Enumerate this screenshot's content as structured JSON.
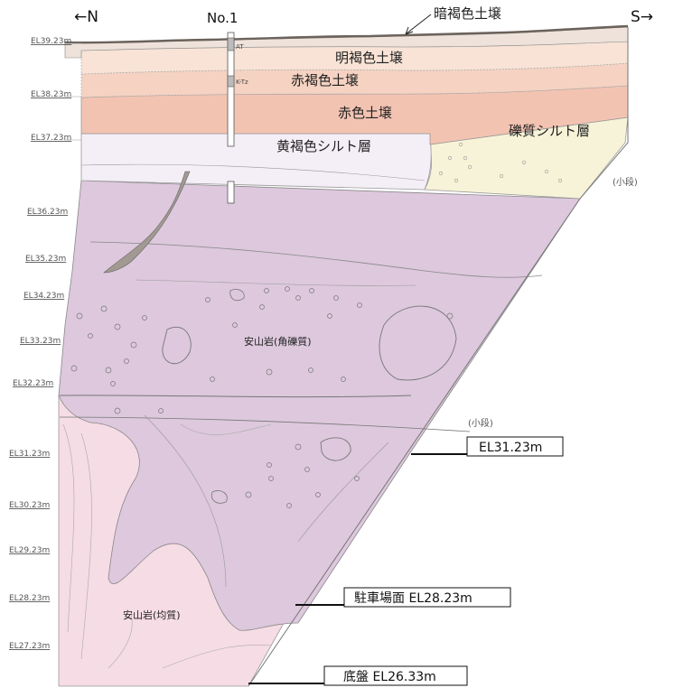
{
  "directions": {
    "north": "←N",
    "south": "S→"
  },
  "boring": {
    "label": "No.1",
    "marker_at": "AT",
    "marker_ktz": "K-Tz"
  },
  "elevations": [
    "EL39.23m",
    "EL38.23m",
    "EL37.23m",
    "EL36.23m",
    "EL35.23m",
    "EL34.23m",
    "EL33.23m",
    "EL32.23m",
    "EL31.23m",
    "EL30.23m",
    "EL29.23m",
    "EL28.23m",
    "EL27.23m"
  ],
  "layers": {
    "dark_brown": "暗褐色土壌",
    "light_brown": "明褐色土壌",
    "red_brown": "赤褐色土壌",
    "red": "赤色土壌",
    "yellow_brown_silt": "黄褐色シルト層",
    "gravel_silt": "礫質シルト層",
    "andesite_breccia": "安山岩(角礫質)",
    "andesite_homogeneous": "安山岩(均質)"
  },
  "steps": {
    "upper": "(小段)",
    "lower": "(小段)"
  },
  "callouts": {
    "el31": "EL31.23m",
    "parking": "駐車場面 EL28.23m",
    "base": "底盤 EL26.33m"
  },
  "colors": {
    "andesite_breccia": "#ddc8dd",
    "andesite_homogeneous": "#f6dce4",
    "red_soil": "#f3c3b2",
    "red_brown_soil": "#f5d2c2",
    "light_brown_soil": "#f8e3d6",
    "yellow_brown_silt": "#f4eef6",
    "gravel_silt": "#f7f3d8",
    "dark_soil": "#9a8f86"
  }
}
